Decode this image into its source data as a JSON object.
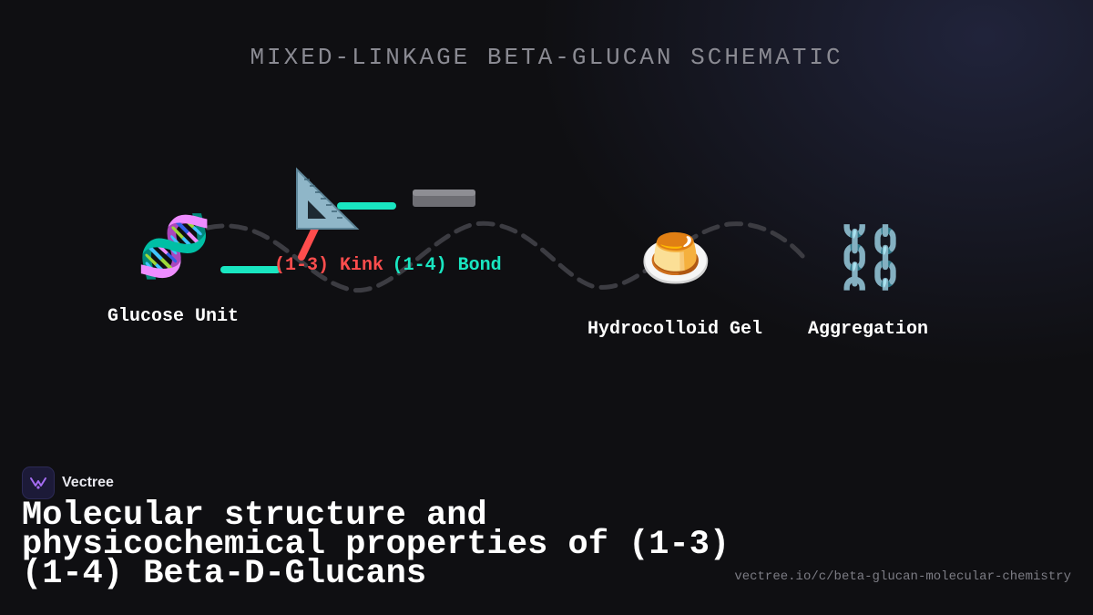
{
  "diagram": {
    "title": "MIXED-LINKAGE BETA-GLUCAN SCHEMATIC",
    "nodes": [
      {
        "id": "glucose",
        "icon": "dna-icon",
        "glyph": "🧬",
        "label": "Glucose Unit"
      },
      {
        "id": "kink",
        "icon": "triangular-ruler-icon",
        "glyph": "📐"
      },
      {
        "id": "bond",
        "icon": "straight-bar-icon"
      },
      {
        "id": "gel",
        "icon": "flan-pudding-icon",
        "glyph": "🍮",
        "label": "Hydrocolloid Gel"
      },
      {
        "id": "aggregation",
        "icon": "chains-icon",
        "glyph": "⛓️",
        "label": "Aggregation"
      }
    ],
    "legend": {
      "kink_label": "(1-3) Kink",
      "bond_label": "(1-4) Bond"
    },
    "colors": {
      "kink": "#ff4d4d",
      "bond": "#19e6c1",
      "chain": "#3c3c42"
    }
  },
  "footer": {
    "brand": "Vectree",
    "headline": "Molecular structure and physicochemical properties of (1-3)(1-4) Beta-D-Glucans",
    "url": "vectree.io/c/beta-glucan-molecular-chemistry"
  }
}
